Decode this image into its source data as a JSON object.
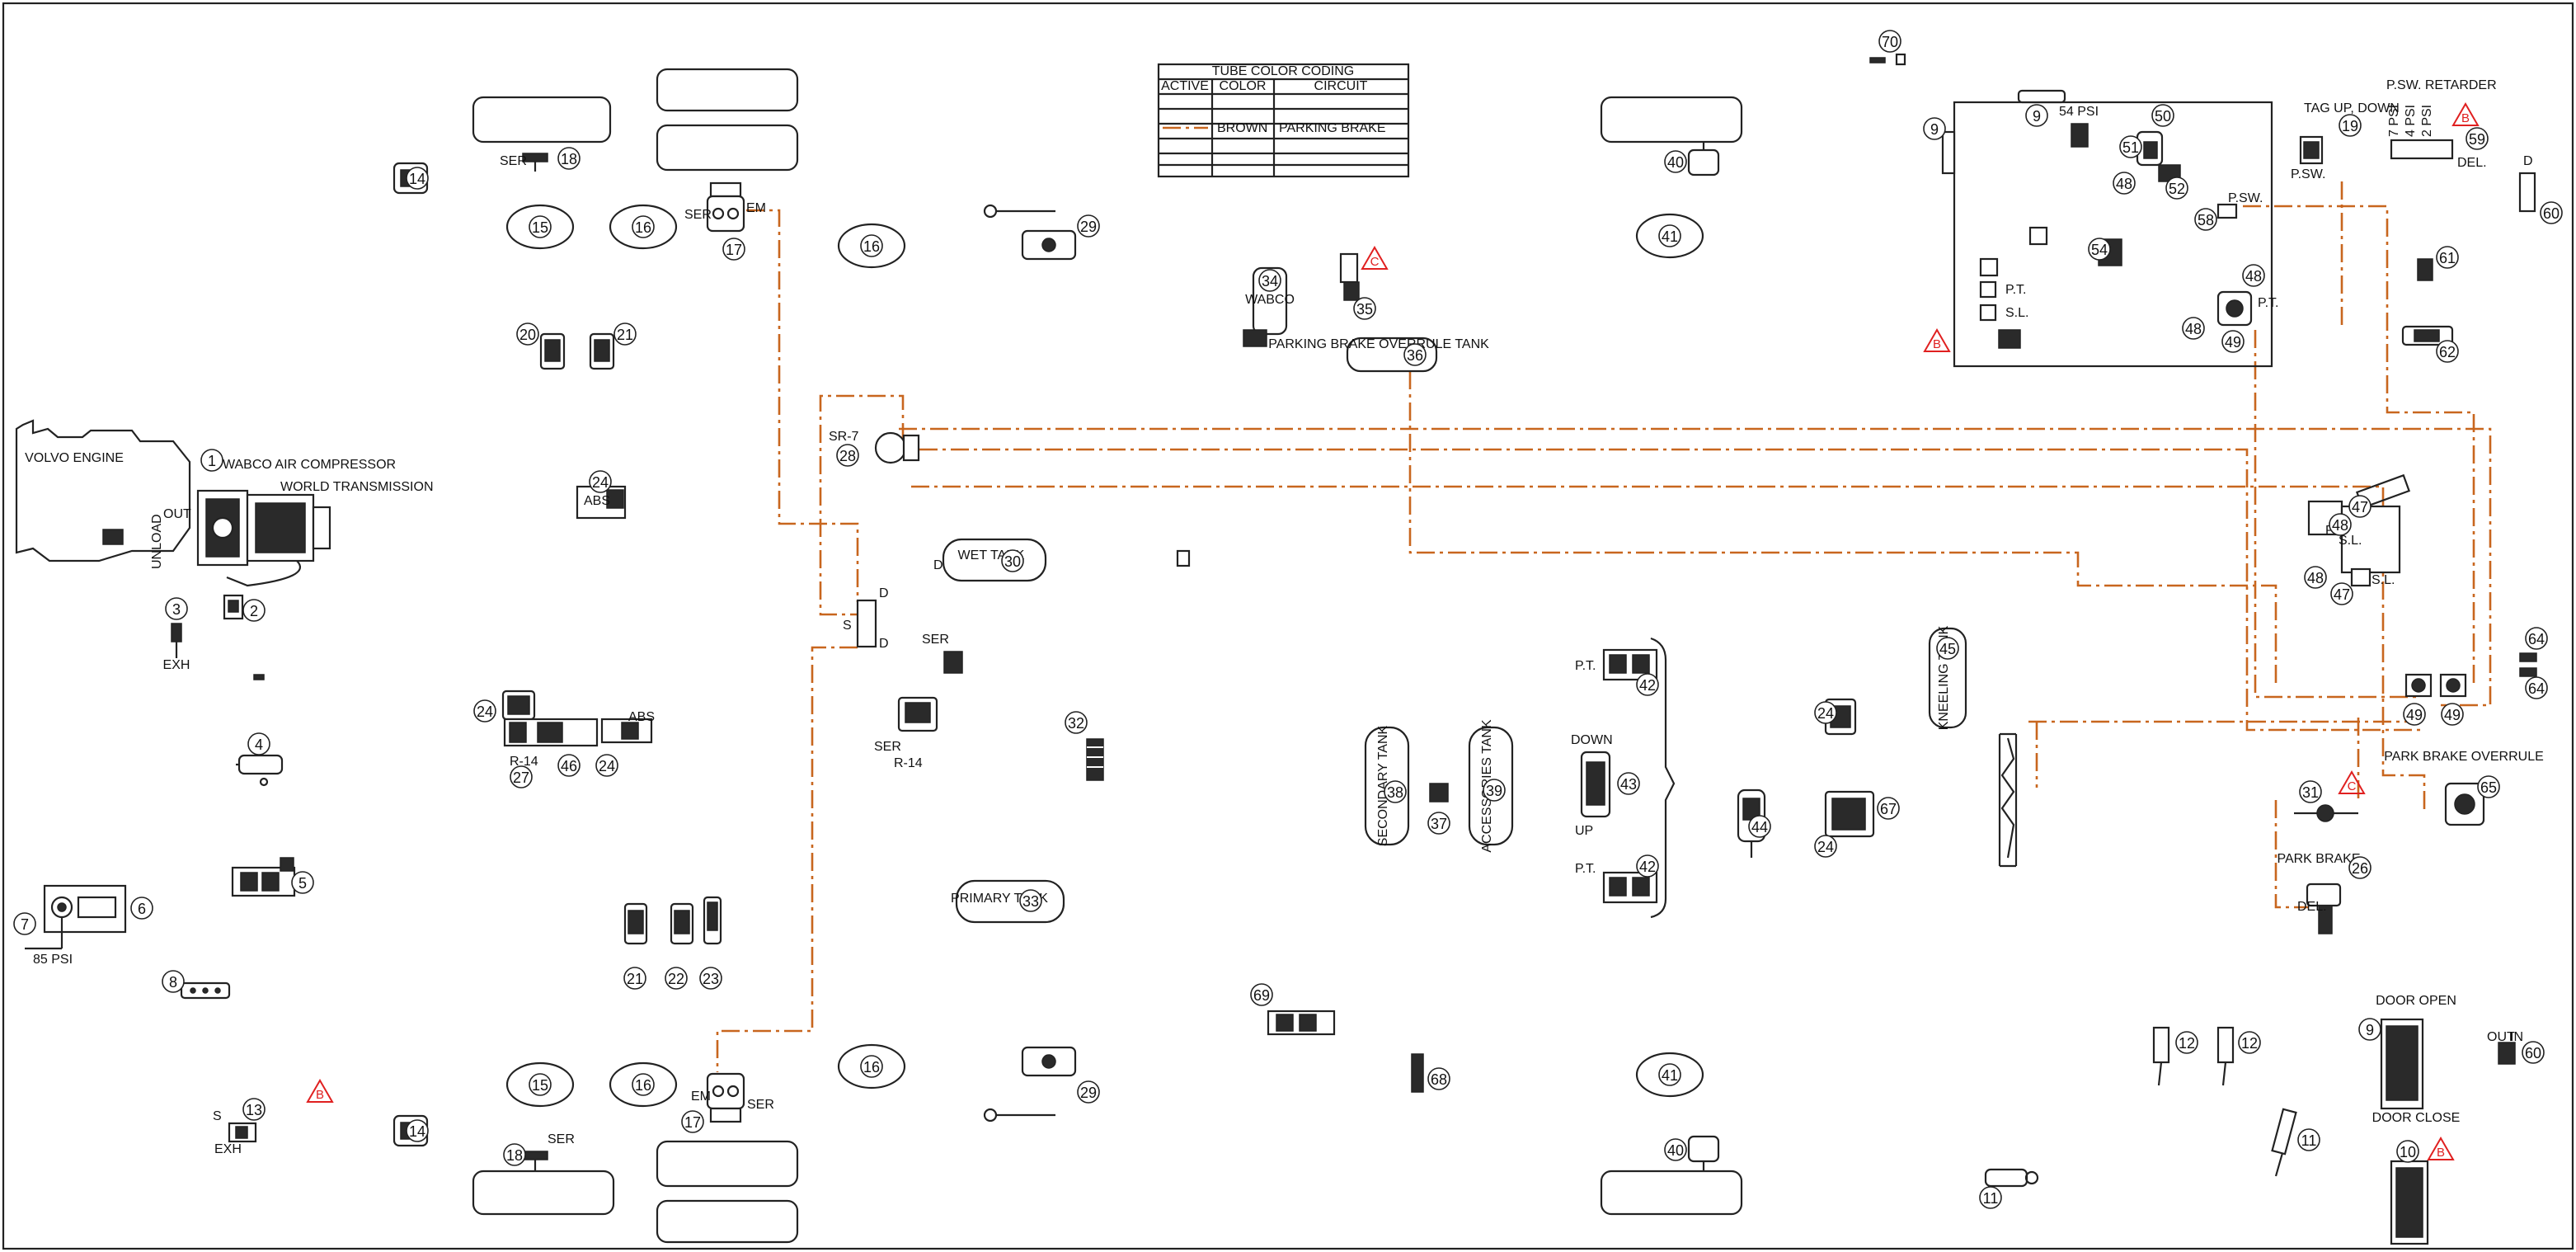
{
  "legend": {
    "title": "TUBE COLOR CODING",
    "headers": [
      "ACTIVE",
      "COLOR",
      "CIRCUIT"
    ],
    "rows": [
      {
        "color": "BROWN",
        "circuit": "PARKING BRAKE"
      }
    ]
  },
  "labels": {
    "engine": "VOLVO ENGINE",
    "wabco_air_compressor": "WABCO AIR COMPRESSOR",
    "world_transmission": "WORLD TRANSMISSION",
    "out": "OUT",
    "unload": "UNLOAD",
    "exh": "EXH",
    "psi_85": "85 PSI",
    "ser": "SER",
    "em": "EM",
    "sr7": "SR-7",
    "r14": "R-14",
    "wet_tank": "WET TANK",
    "primary_tank": "PRIMARY TANK",
    "secondary_tank": "SECONDARY TANK",
    "accessories_tank": "ACCESSORIES TANK",
    "parking_brake_overrule_tank": "PARKING BRAKE OVERRULE TANK",
    "wabco": "WABCO",
    "down": "DOWN",
    "up": "UP",
    "pt": "P.T.",
    "sl": "S.L.",
    "psi_54": "54 PSI",
    "psw": "P.SW.",
    "psw_retarder": "P.SW. RETARDER",
    "tag_up_down": "TAG UP, DOWN",
    "del": "DEL.",
    "park_brake": "PARK BRAKE",
    "park_brake_overrule": "PARK BRAKE OVERRULE",
    "door_open": "DOOR OPEN",
    "door_close": "DOOR CLOSE",
    "in": "IN",
    "abs": "ABS",
    "kneeling_tank": "KNEELING TANK",
    "s": "S",
    "d": "D",
    "psi7": "7 PSI",
    "psi4": "4 PSI",
    "psi2": "2 PSI"
  },
  "warnings": {
    "b": "B",
    "c": "C"
  }
}
